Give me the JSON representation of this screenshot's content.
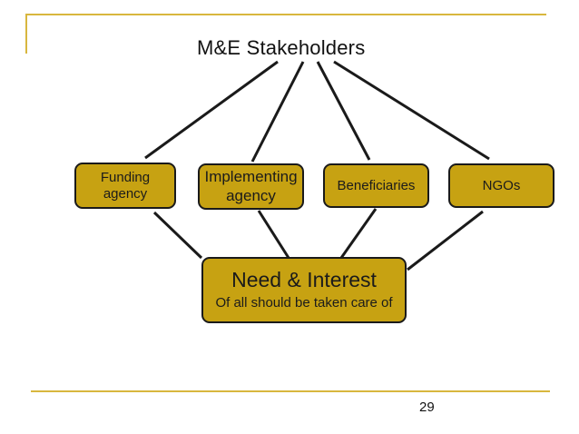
{
  "title": "M&E Stakeholders",
  "stakeholders": [
    {
      "label_line1": "Funding",
      "label_line2": "agency"
    },
    {
      "label_line1": "Implementing",
      "label_line2": "agency"
    },
    {
      "label_line1": "Beneficiaries",
      "label_line2": ""
    },
    {
      "label_line1": "NGOs",
      "label_line2": ""
    }
  ],
  "center": {
    "main": "Need & Interest",
    "sub": "Of all should be taken care of"
  },
  "page_number": "29",
  "colors": {
    "box_fill": "#c7a212",
    "rule": "#d8b73e",
    "stroke": "#1a1a1a"
  }
}
